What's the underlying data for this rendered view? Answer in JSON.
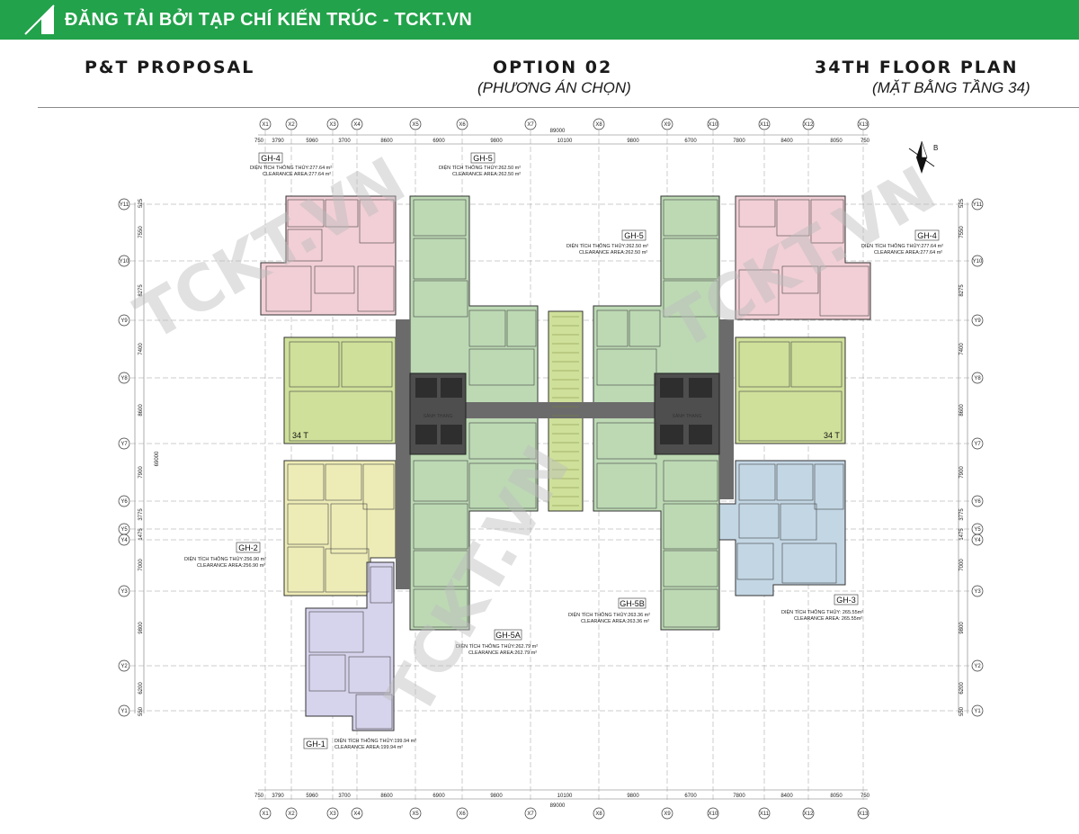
{
  "banner": {
    "text": "ĐĂNG TẢI BỞI TẠP CHÍ KIẾN TRÚC - TCKT.VN"
  },
  "header": {
    "left": "P&T PROPOSAL",
    "center_title": "OPTION 02",
    "center_sub": "(PHƯƠNG ÁN CHỌN)",
    "right_title": "34TH FLOOR PLAN",
    "right_sub": "(MẶT BẰNG TẦNG 34)"
  },
  "grid_cols": [
    "X1",
    "X2",
    "X3",
    "X4",
    "X5",
    "X6",
    "X7",
    "X8",
    "X9",
    "X10",
    "X11",
    "X12",
    "X13"
  ],
  "grid_rows": [
    "Y11",
    "Y10",
    "Y9",
    "Y8",
    "Y7",
    "Y6",
    "Y5",
    "Y4",
    "Y3",
    "Y2",
    "Y1"
  ],
  "dims_top": [
    "750",
    "3790",
    "5960",
    "3700",
    "8600",
    "6900",
    "9800",
    "10100",
    "9800",
    "6700",
    "7800",
    "8400",
    "8050",
    "750"
  ],
  "total_dim": "89000",
  "dims_side": [
    "525",
    "7550",
    "8275",
    "7400",
    "8600",
    "7900",
    "3775",
    "1475",
    "7000",
    "9800",
    "6200",
    "550"
  ],
  "side_total": "69000",
  "units": [
    {
      "id": "GH-4",
      "label": "GH-4",
      "area_vn": "DIỆN TÍCH THÔNG THỦY:277.64 m²",
      "area_en": "CLEARANCE AREA:277.64 m²",
      "color": "#f2cfd6"
    },
    {
      "id": "GH-5",
      "label": "GH-5",
      "area_vn": "DIỆN TÍCH THÔNG THỦY:262.50 m²",
      "area_en": "CLEARANCE AREA:262.50 m²",
      "color": "#bcd9b4"
    },
    {
      "id": "GH-5-right",
      "label": "GH-5",
      "area_vn": "DIỆN TÍCH THÔNG THỦY:262.50 m²",
      "area_en": "CLEARANCE AREA:262.50 m²",
      "color": "#bcd9b4"
    },
    {
      "id": "GH-4-right",
      "label": "GH-4",
      "area_vn": "DIỆN TÍCH THÔNG THỦY:277.64 m²",
      "area_en": "CLEARANCE AREA:277.64 m²",
      "color": "#f2cfd6"
    },
    {
      "id": "GH-2",
      "label": "GH-2",
      "area_vn": "DIỆN TÍCH THÔNG THỦY:256.90 m²",
      "area_en": "CLEARANCE AREA:256.90 m²",
      "color": "#eeecb6"
    },
    {
      "id": "GH-3",
      "label": "GH-3",
      "area_vn": "DIỆN TÍCH THÔNG THỦY: 265.55m²",
      "area_en": "CLEARANCE AREA: 265.55m²",
      "color": "#c3d6e4"
    },
    {
      "id": "GH-5B",
      "label": "GH-5B",
      "area_vn": "DIỆN TÍCH THÔNG THỦY:263.36 m²",
      "area_en": "CLEARANCE AREA:263.36 m²",
      "color": "#bcd9b4"
    },
    {
      "id": "GH-5A",
      "label": "GH-5A",
      "area_vn": "DIỆN TÍCH THÔNG THỦY:262.79 m²",
      "area_en": "CLEARANCE AREA:262.79 m²",
      "color": "#bcd9b4"
    },
    {
      "id": "GH-1",
      "label": "GH-1",
      "area_vn": "DIỆN TÍCH THÔNG THỦY:199.94 m²",
      "area_en": "CLEARANCE AREA:199.94 m²",
      "color": "#d6d3ec"
    }
  ],
  "tag_34t": "34 T",
  "lobby_label": "SẢNH THANG",
  "north_label": "B",
  "watermark": "TCKT.VN",
  "colors": {
    "banner": "#22a24a",
    "core": "#6b6b6b",
    "terrace": "#cfe09a"
  }
}
